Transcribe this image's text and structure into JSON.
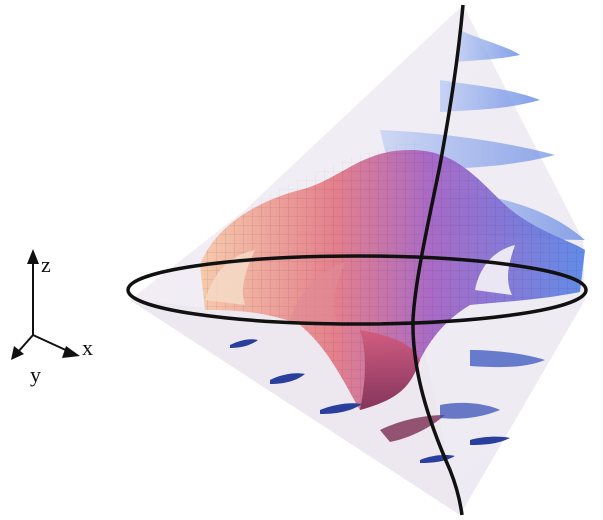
{
  "axes": {
    "z_label": "z",
    "x_label": "x",
    "y_label": "y"
  },
  "colors": {
    "background": "#ffffff",
    "sheet_tint": "#efe4ee",
    "surface_warm": "#f3b493",
    "surface_rose": "#cf4f76",
    "surface_violet": "#9a62c8",
    "surface_blue": "#5c86e6",
    "curve": "#111111"
  }
}
